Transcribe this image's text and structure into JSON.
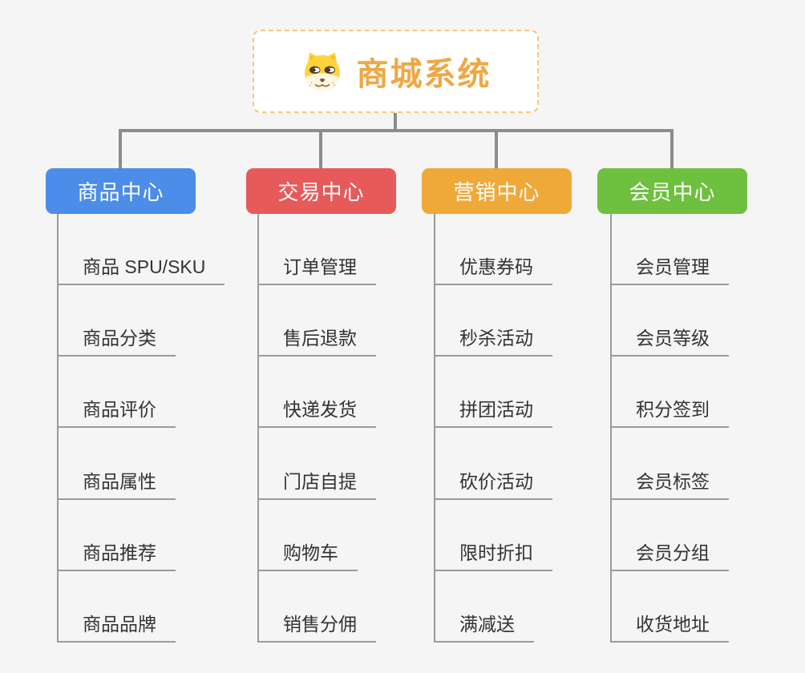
{
  "root": {
    "title": "商城系统",
    "icon": "doge-dog-icon"
  },
  "branches": [
    {
      "label": "商品中心",
      "color": "#4b8de8",
      "items": [
        "商品 SPU/SKU",
        "商品分类",
        "商品评价",
        "商品属性",
        "商品推荐",
        "商品品牌"
      ]
    },
    {
      "label": "交易中心",
      "color": "#e65a5a",
      "items": [
        "订单管理",
        "售后退款",
        "快递发货",
        "门店自提",
        "购物车",
        "销售分佣"
      ]
    },
    {
      "label": "营销中心",
      "color": "#efa939",
      "items": [
        "优惠券码",
        "秒杀活动",
        "拼团活动",
        "砍价活动",
        "限时折扣",
        "满减送"
      ]
    },
    {
      "label": "会员中心",
      "color": "#6ec03f",
      "items": [
        "会员管理",
        "会员等级",
        "积分签到",
        "会员标签",
        "会员分组",
        "收货地址"
      ]
    }
  ],
  "colors": {
    "background": "#f5f5f6",
    "connector": "#8c8c8c",
    "leaf_line": "#9a9a9a",
    "leaf_text": "#333333",
    "root_title": "#f0a743",
    "root_border": "#f7c67c"
  }
}
